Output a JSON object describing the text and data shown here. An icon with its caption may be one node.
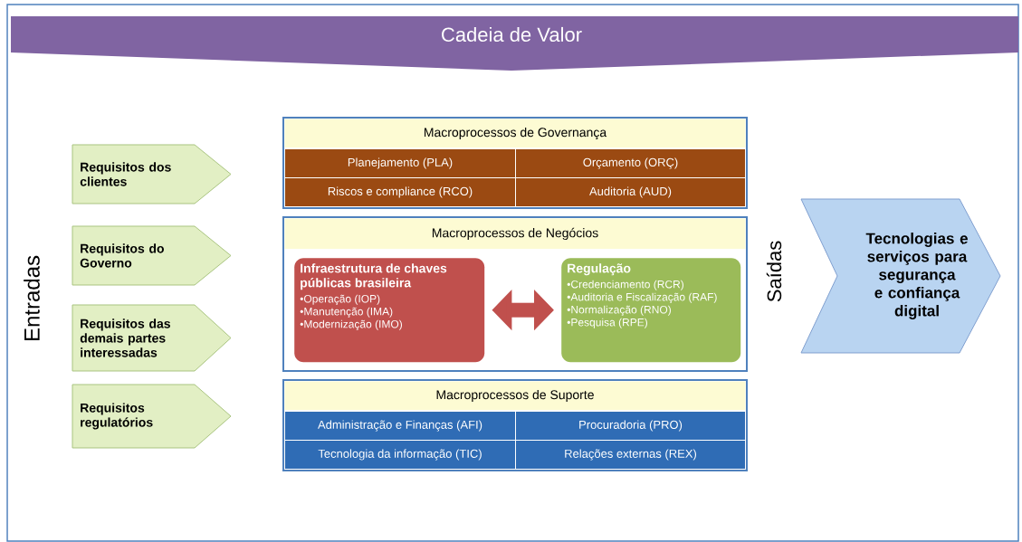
{
  "diagram": {
    "nodes": [
      {
        "text": [
          "Cadeia de Valor"
        ]
      },
      {
        "text": [
          "Requisitos dos clientes"
        ]
      },
      {
        "text": [
          "Requisitos do Governo"
        ]
      },
      {
        "text": [
          "Requisitos das demais partes interessadas"
        ]
      },
      {
        "text": [
          "Requisitos regulatórios"
        ]
      },
      {
        "text": [
          "Macroprocessos de Governança"
        ]
      },
      {
        "text": [
          "Planejamento (PLA)"
        ],
        "in": 5
      },
      {
        "text": [
          "Orçamento (ORÇ)"
        ],
        "in": 5
      },
      {
        "text": [
          "Riscos e compliance (RCO)"
        ],
        "in": 5
      },
      {
        "text": [
          "Auditoria (AUD)"
        ],
        "in": 5
      },
      {
        "text": [
          "Macroprocessos de Negócios"
        ]
      },
      {
        "text": [
          "Infraestrutura de chaves públicas brasileira",
          "•Operação (IOP)",
          "•Manutenção (IMA)",
          "•Modernização (IMO)"
        ],
        "in": 10
      },
      {
        "text": [
          "Regulação",
          "•Credenciamento (RCR)",
          "•Auditoria e Fiscalização (RAF)",
          "•Normalização (RNO)",
          "•Pesquisa (RPE)"
        ],
        "in": 10
      },
      {
        "text": [
          "Macroprocessos de Suporte"
        ]
      },
      {
        "text": [
          "Administração e Finanças (AFI)"
        ],
        "in": 13
      },
      {
        "text": [
          "Procuradoria (PRO)"
        ],
        "in": 13
      },
      {
        "text": [
          "Tecnologia da informação (TIC)"
        ],
        "in": 13
      },
      {
        "text": [
          "Relações externas (REX)"
        ],
        "in": 13
      },
      {
        "text": [
          "Tecnologias e serviços para segurança e confiança digital"
        ]
      }
    ],
    "edges": [
      {
        "from": 11,
        "to": 12,
        "arrow": "both"
      }
    ],
    "labels": [
      "Entradas",
      "Saídas"
    ]
  }
}
